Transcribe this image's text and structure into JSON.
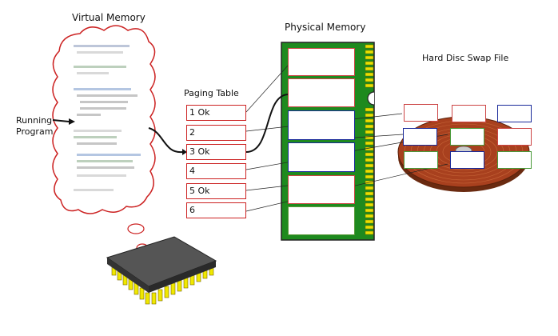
{
  "labels": {
    "virtual_memory": "Virtual Memory",
    "physical_memory": "Physical Memory",
    "paging_table": "Paging Table",
    "hard_disc": "Hard Disc Swap File",
    "running_program_line1": "Running",
    "running_program_line2": "Program"
  },
  "paging_table": {
    "rows": [
      "1 Ok",
      "2",
      "3 Ok",
      "4",
      "5 Ok",
      "6"
    ]
  },
  "colors": {
    "page_red": "#cc2222",
    "page_blue": "#1a2a9a",
    "page_green": "#4a9a3a",
    "ram_board": "#1e8a1e",
    "ram_pins": "#e8e000",
    "disc": "#a8401e",
    "chip_pins": "#f0e800"
  }
}
